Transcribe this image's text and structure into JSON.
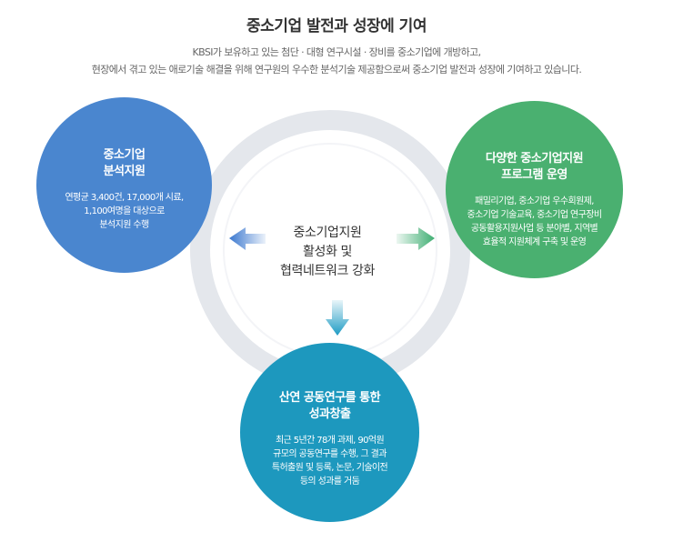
{
  "header": {
    "title": "중소기업 발전과 성장에 기여",
    "line1": "KBSI가 보유하고 있는 첨단 · 대형 연구시설 · 장비를 중소기업에 개방하고,",
    "line2": "현장에서 겪고 있는 애로기술 해결을 위해 연구원의 우수한 분석기술 제공함으로써 중소기업 발전과 성장에 기여하고 있습니다."
  },
  "center": {
    "lines": [
      "중소기업지원",
      "활성화 및",
      "협력네트워크 강화"
    ]
  },
  "circles": {
    "left": {
      "title_lines": [
        "중소기업",
        "분석지원"
      ],
      "text_lines": [
        "연평균 3,400건, 17,000개 시료,",
        "1,100여명을 대상으로",
        "분석지원 수행"
      ],
      "color": "#4a86cf"
    },
    "right": {
      "title_lines": [
        "다양한 중소기업지원",
        "프로그램 운영"
      ],
      "text_lines": [
        "패밀리기업, 중소기업 우수회원제,",
        "중소기업 기술교육, 중소기업 연구장비",
        "공동활용지원사업 등 분야별, 지역별",
        "효율적 지원체계 구축 및 운영"
      ],
      "color": "#4ab070"
    },
    "bottom": {
      "title_lines": [
        "산연 공동연구를 통한",
        "성과창출"
      ],
      "text_lines": [
        "최근 5년간 78개 과제, 90억원",
        "규모의 공동연구를 수행, 그 결과",
        "특허출원 및 등록, 논문, 기술이전",
        "등의 성과를 거둠"
      ],
      "color": "#1d98be"
    }
  },
  "ring_color": "#e4e7ec",
  "arrow_colors": {
    "left": "#3b78cf",
    "right": "#3fae72",
    "down": "#1e9bc4"
  }
}
